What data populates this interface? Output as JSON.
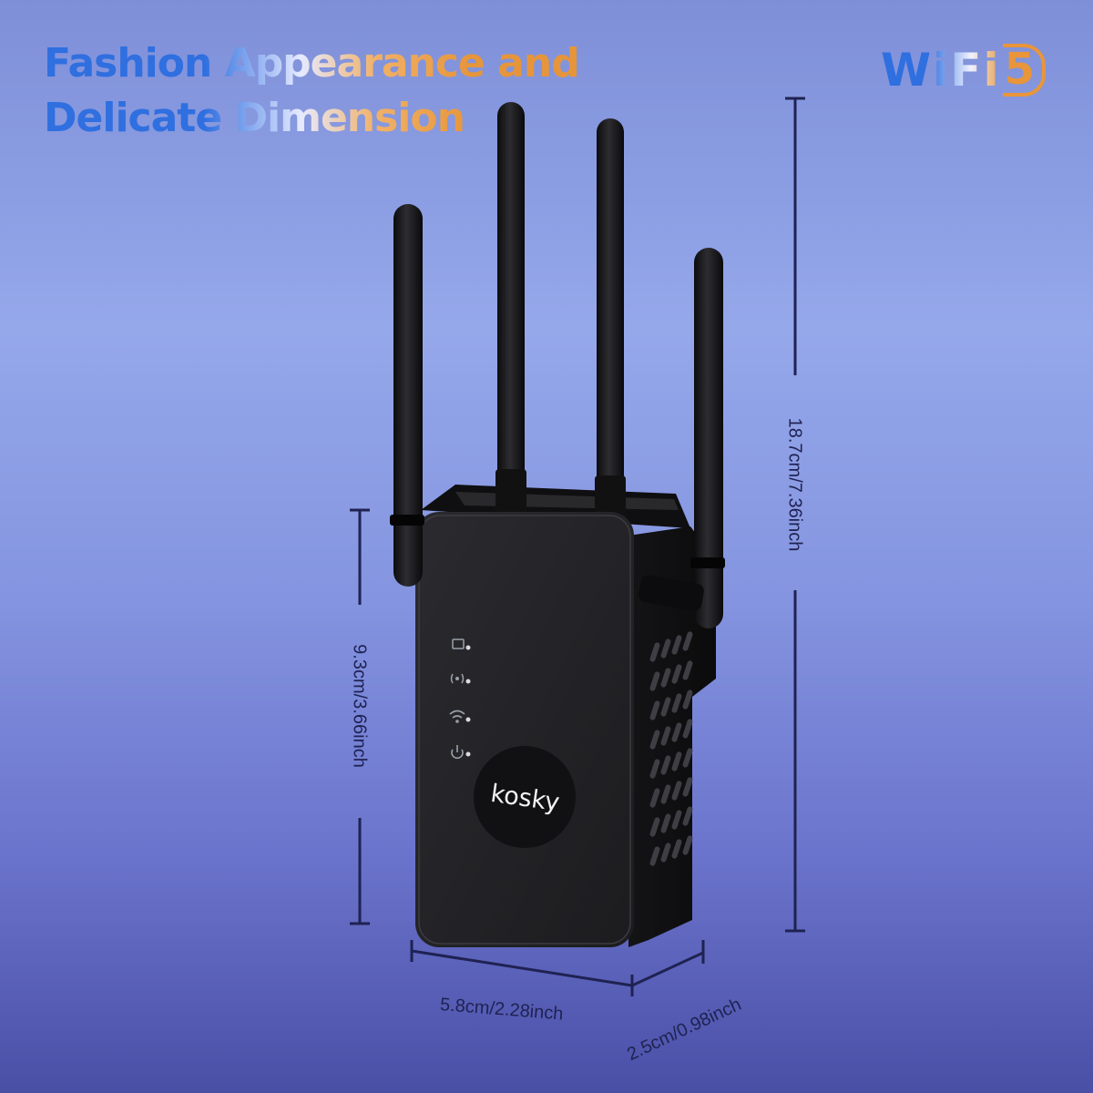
{
  "headline": {
    "line1": "Fashion Appearance and",
    "line2": "Delicate Dimension"
  },
  "badge": {
    "wifi": "WiFi",
    "generation": "5"
  },
  "product": {
    "brand": "kosky"
  },
  "dimensions": {
    "height_total": "18.7cm/7.36inch",
    "height_body": "9.3cm/3.66inch",
    "width": "5.8cm/2.28inch",
    "depth": "2.5cm/0.98inch"
  }
}
